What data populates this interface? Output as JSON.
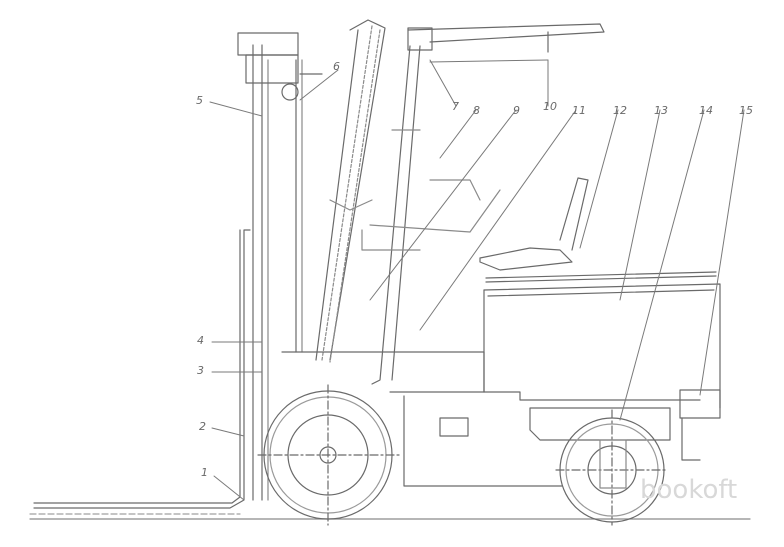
{
  "callouts": {
    "c1": "1",
    "c2": "2",
    "c3": "3",
    "c4": "4",
    "c5": "5",
    "c6": "6",
    "c7": "7",
    "c8": "8",
    "c9": "9",
    "c10": "10",
    "c11": "11",
    "c12": "12",
    "c13": "13",
    "c14": "14",
    "c15": "15"
  },
  "counterweight_text": "",
  "watermark": "bookoft",
  "colors": {
    "line": "#5a5a5a",
    "light_line": "#9a9a9a",
    "background": "#ffffff"
  }
}
